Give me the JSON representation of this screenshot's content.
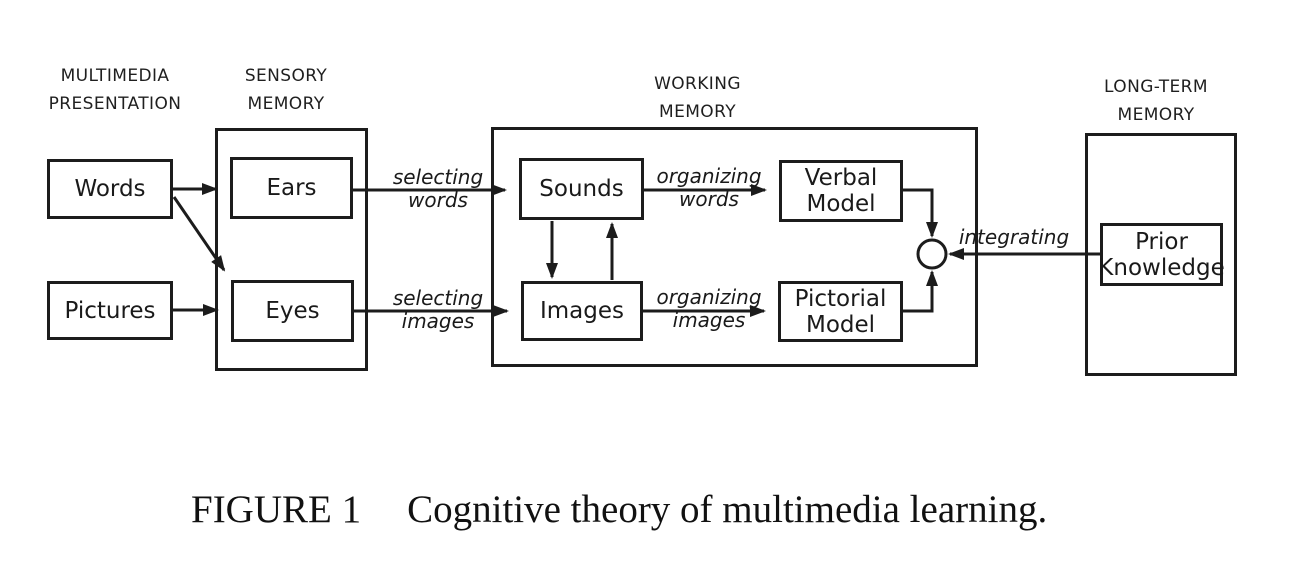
{
  "diagram": {
    "headers": {
      "multimedia_presentation": {
        "line1": "MULTIMEDIA",
        "line2": "PRESENTATION"
      },
      "sensory_memory": {
        "line1": "SENSORY",
        "line2": "MEMORY"
      },
      "working_memory": {
        "line1": "WORKING",
        "line2": "MEMORY"
      },
      "long_term_memory": {
        "line1": "LONG-TERM",
        "line2": "MEMORY"
      }
    },
    "boxes": {
      "words": "Words",
      "pictures": "Pictures",
      "ears": "Ears",
      "eyes": "Eyes",
      "sounds": "Sounds",
      "images": "Images",
      "verbal_model": {
        "line1": "Verbal",
        "line2": "Model"
      },
      "pictorial_model": {
        "line1": "Pictorial",
        "line2": "Model"
      },
      "prior_knowledge": {
        "line1": "Prior",
        "line2": "Knowledge"
      }
    },
    "arrow_labels": {
      "selecting_words": {
        "line1": "selecting",
        "line2": "words"
      },
      "selecting_images": {
        "line1": "selecting",
        "line2": "images"
      },
      "organizing_words": {
        "line1": "organizing",
        "line2": "words"
      },
      "organizing_images": {
        "line1": "organizing",
        "line2": "images"
      },
      "integrating": "integrating"
    },
    "colors": {
      "ink": "#1a1a1a",
      "background": "#ffffff"
    }
  },
  "caption": {
    "figure_label": "FIGURE 1",
    "text": "Cognitive theory of multimedia learning."
  }
}
